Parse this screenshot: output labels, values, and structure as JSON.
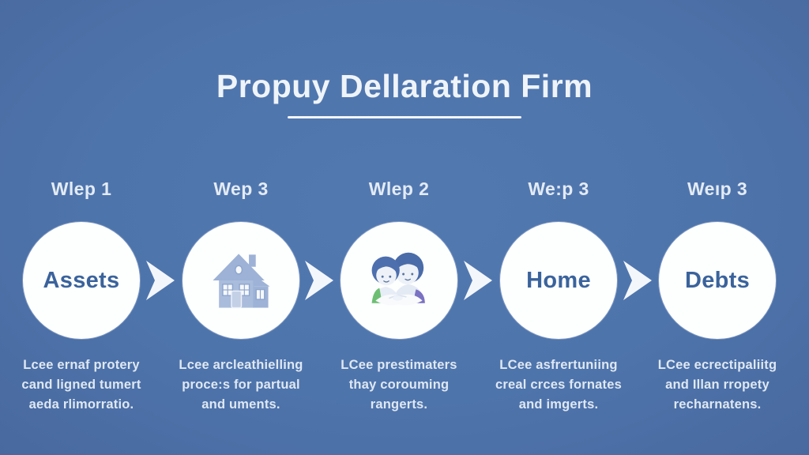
{
  "title": {
    "text": "Propuy Dellaration Firm"
  },
  "colors": {
    "background": "#4e74ac",
    "title_text": "#eff4f9",
    "step_label_text": "#e3ebf5",
    "circle_fill": "#fdfefe",
    "circle_text": "#3a639c",
    "caption_text": "#dfe8f3",
    "arrow": "#f3f7fb",
    "house_icon_body": "#a9bcdc",
    "house_icon_roof": "#9db2d6",
    "couple_hair": "#4a6ca8",
    "couple_shirt_left": "#6cbf72",
    "couple_shirt_right": "#7b72c3"
  },
  "steps": [
    {
      "label": "Wlep 1",
      "circle_type": "text",
      "circle_text": "Assets",
      "caption_lines": [
        "Lcee ernaf protery",
        "cand ligned tumert",
        "aeda rlimorratio."
      ]
    },
    {
      "label": "Wep 3",
      "circle_type": "icon",
      "icon": "house-icon",
      "caption_lines": [
        "Lcee arcleathielling",
        "proce:s for partual",
        "and uments."
      ]
    },
    {
      "label": "Wlep 2",
      "circle_type": "icon",
      "icon": "couple-icon",
      "caption_lines": [
        "LCee prestimaters",
        "thay corouming",
        "rangerts."
      ]
    },
    {
      "label": "We:p 3",
      "circle_type": "text",
      "circle_text": "Home",
      "caption_lines": [
        "LCee asfrertuniing",
        "creal crces fornates",
        "and imgerts."
      ]
    },
    {
      "label": "Weıp 3",
      "circle_type": "text",
      "circle_text": "Debts",
      "caption_lines": [
        "LCee ecrectipaliitg",
        "and Illan rropety",
        "recharnatens."
      ]
    }
  ]
}
